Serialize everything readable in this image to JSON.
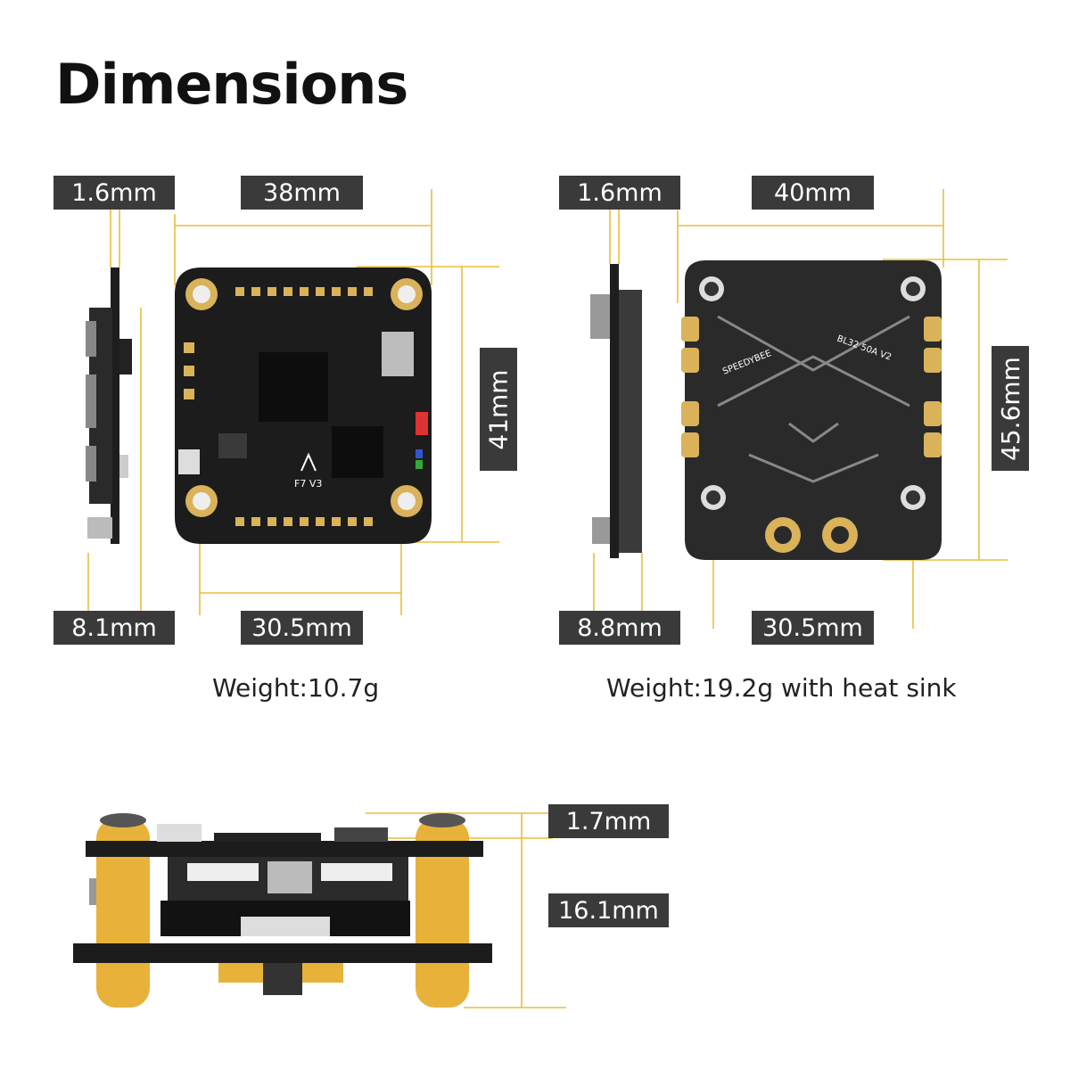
{
  "title": "Dimensions",
  "fc": {
    "thickness": "1.6mm",
    "width": "38mm",
    "height": "41mm",
    "side_depth": "8.1mm",
    "mount_spacing": "30.5mm",
    "weight": "Weight:10.7g",
    "board_text": "F7 V3"
  },
  "esc": {
    "thickness": "1.6mm",
    "width": "40mm",
    "height": "45.6mm",
    "side_depth": "8.8mm",
    "mount_spacing": "30.5mm",
    "weight": "Weight:19.2g with heat sink",
    "board_text_1": "SPEEDYBEE",
    "board_text_2": "BL32 50A V2"
  },
  "stack": {
    "top_gap": "1.7mm",
    "stack_height": "16.1mm"
  },
  "colors": {
    "guide": "#e6bf3c",
    "label_bg": "#3a3a3a",
    "board": "#1c1c1c",
    "gold": "#d9b25a",
    "standoff": "#e8b23a"
  }
}
